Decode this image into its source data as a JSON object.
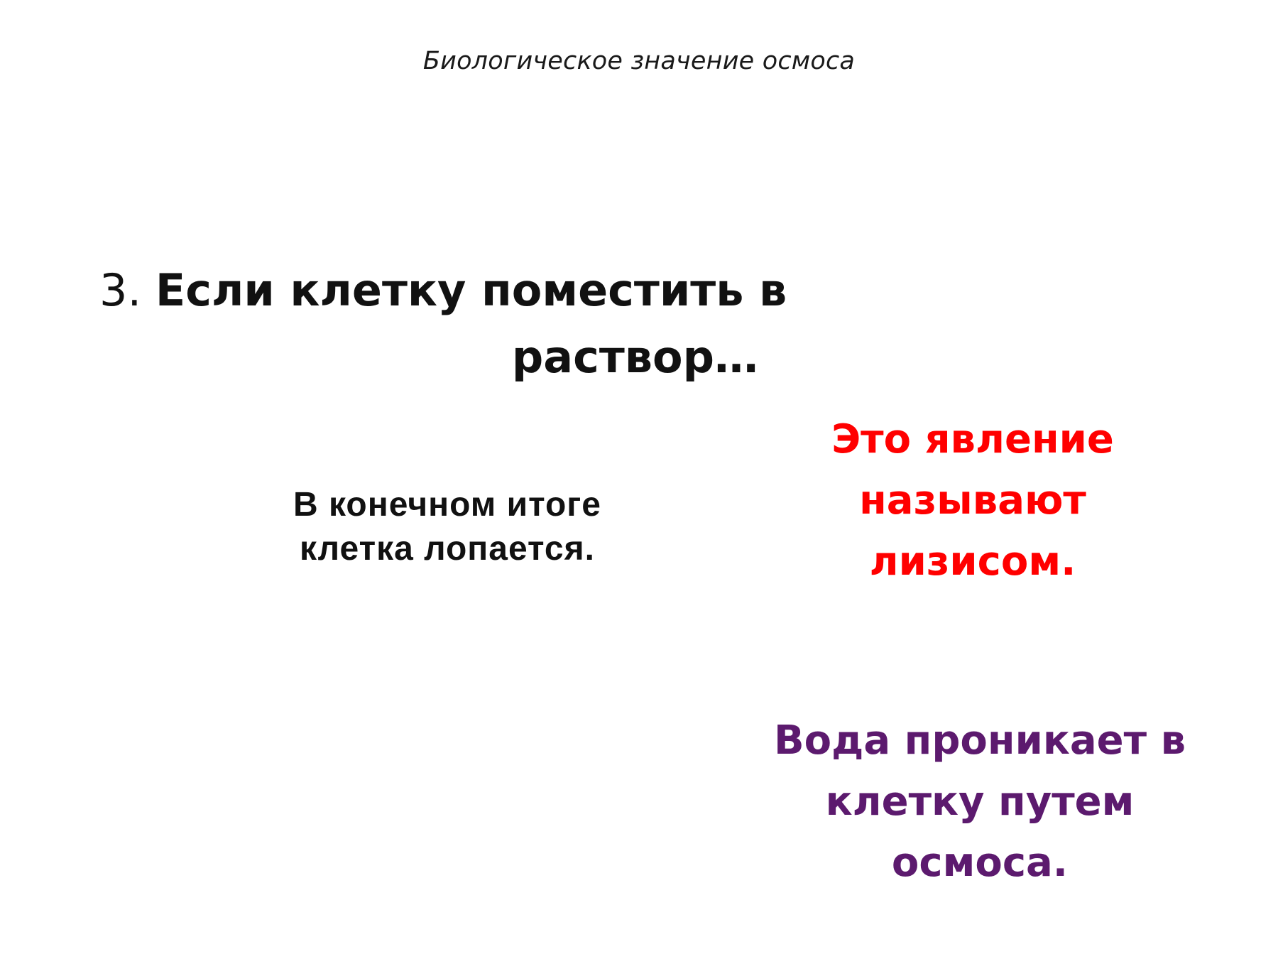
{
  "slide": {
    "header_title": "Биологическое значение осмоса",
    "heading": {
      "number": "3.",
      "line1": "Если клетку поместить в",
      "line2": "раствор…"
    },
    "result": {
      "line1": "В конечном итоге",
      "line2": "клетка лопается."
    },
    "phenomenon": {
      "line1": "Это явление",
      "line2": "называют",
      "line3": "лизисом."
    },
    "osmosis": {
      "line1": "Вода проникает в",
      "line2": "клетку путем",
      "line3": "осмоса."
    },
    "colors": {
      "phenomenon": "#ff0000",
      "osmosis": "#5c1a6e",
      "text": "#111111",
      "background": "#ffffff"
    }
  }
}
